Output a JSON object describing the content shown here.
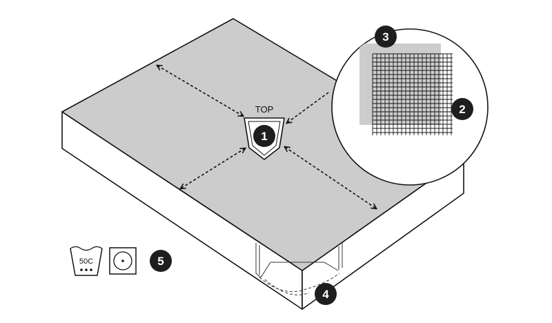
{
  "diagram": {
    "top_label": "TOP",
    "wash_temperature": "50C",
    "callouts": {
      "c1": "1",
      "c2": "2",
      "c3": "3",
      "c4": "4",
      "c5": "5"
    },
    "icons": [
      "wash-50c-icon",
      "tumble-dry-low-icon"
    ],
    "colors": {
      "surface": "#cccccc",
      "side": "#ffffff",
      "outline": "#111111",
      "badge": "#1e1e1e"
    }
  }
}
